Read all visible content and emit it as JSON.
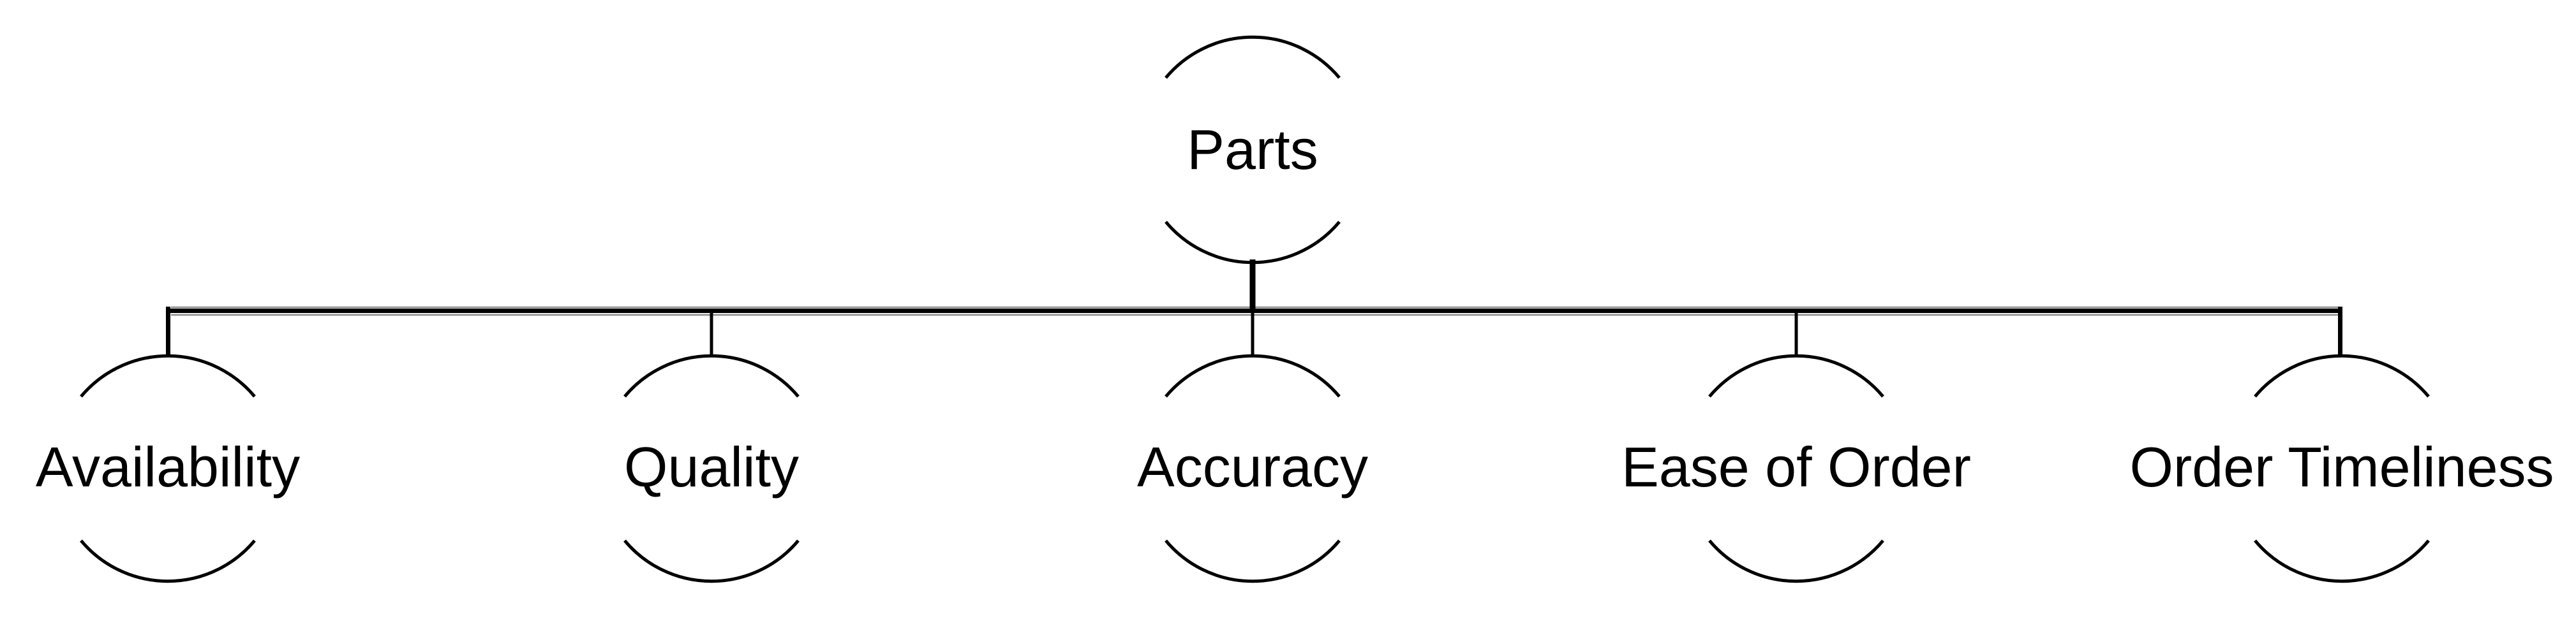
{
  "diagram": {
    "type": "hierarchy-tree",
    "root": {
      "label": "Parts"
    },
    "children": [
      {
        "label": "Availability"
      },
      {
        "label": "Quality"
      },
      {
        "label": "Accuracy"
      },
      {
        "label": "Ease of Order"
      },
      {
        "label": "Order Timeliness"
      }
    ]
  },
  "colors": {
    "ink": "#000000",
    "connector_shadow": "#8c8c8c",
    "background": "#ffffff"
  }
}
